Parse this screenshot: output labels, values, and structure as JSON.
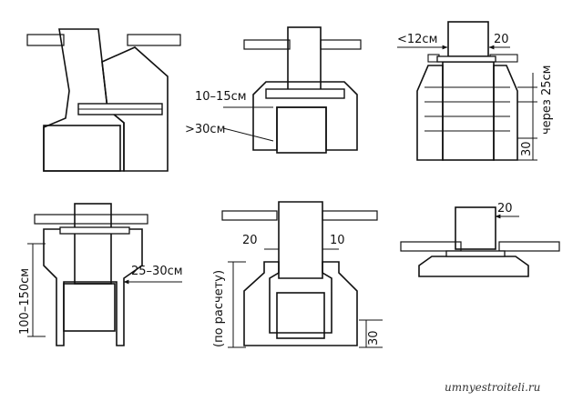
{
  "diagram": {
    "labels": {
      "a_10_15": "10–15см",
      "a_gt30": ">30см",
      "b_lt12": "<12см",
      "b_20": "20",
      "b_step": "через 25см",
      "b_30": "30",
      "c_100_150": "100–150см",
      "c_25_30": "25–30см",
      "d_20": "20",
      "d_10": "10",
      "d_calc": "(по расчету)",
      "d_30": "30",
      "e_20": "20"
    },
    "watermark": "umnyestroiteli.ru"
  }
}
